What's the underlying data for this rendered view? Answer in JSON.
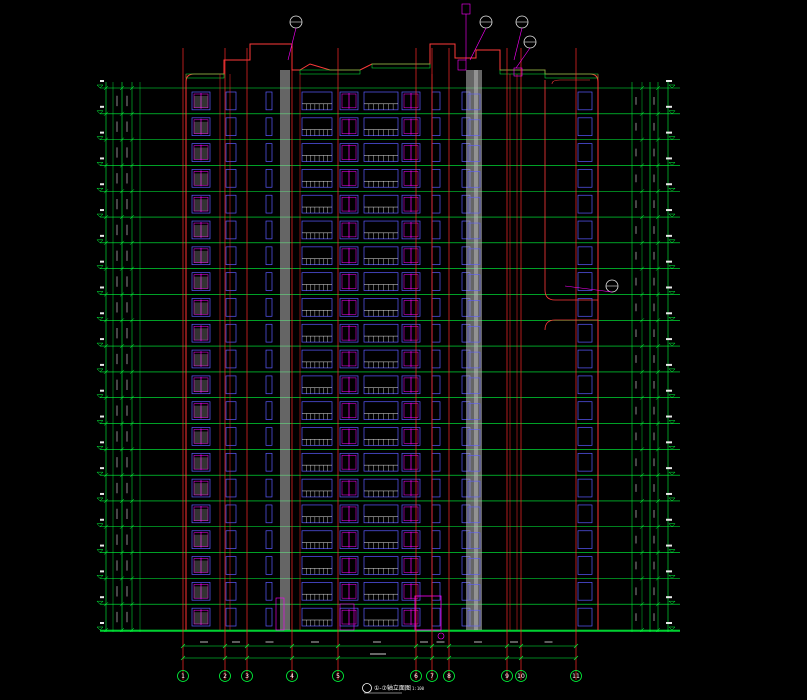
{
  "drawing": {
    "title_label": "①-⑦轴立面图",
    "scale_label": "1:100",
    "floor_count": 22,
    "axis_labels": [
      "1",
      "2",
      "3",
      "4",
      "5",
      "6",
      "7",
      "8",
      "9",
      "10",
      "11"
    ],
    "bottom_dimensions": [
      "",
      "",
      "",
      "",
      "",
      "",
      "",
      "",
      "",
      ""
    ],
    "overall_dimension": ""
  },
  "colors": {
    "background": "#000000",
    "floor_line": "#00ff3c",
    "grid_line": "#ff2a2a",
    "outline": "#ff3a3a",
    "window": "#5a5aff",
    "accent": "#ff00ff",
    "panel": "#b8b8b8",
    "text": "#e8e8e8",
    "dimension": "#00ff3c"
  }
}
